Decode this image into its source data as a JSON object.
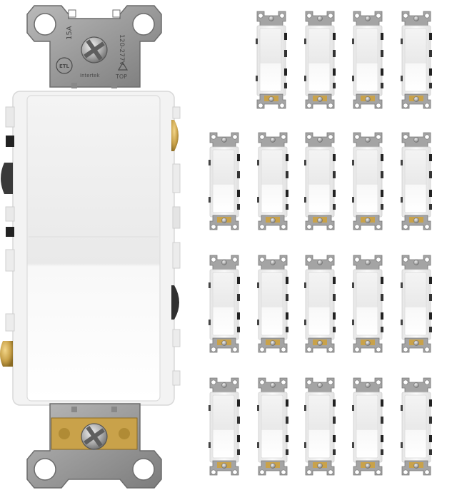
{
  "product": {
    "strap_text_top_left": "15A",
    "strap_text_top_right": "120-277V",
    "strap_brand": "Intertek",
    "strap_orientation": "TOP",
    "cert_mark": "ETL"
  },
  "grid": {
    "row_counts": [
      4,
      5,
      5,
      5
    ]
  },
  "colors": {
    "strap_metal": "#9c9c9c",
    "strap_dark": "#6f6f6f",
    "switch_body": "#f6f6f6",
    "rocker": "#fbfbfb",
    "brass": "#c9a24a"
  }
}
